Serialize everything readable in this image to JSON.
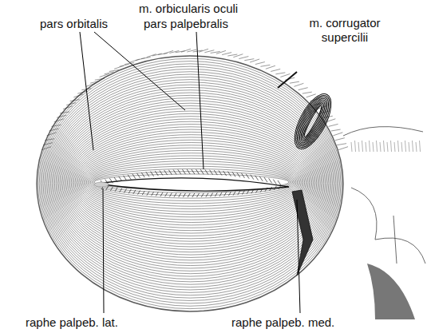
{
  "diagram": {
    "labels": [
      "m. orbicularis oculi",
      "pars orbitalis",
      "pars palpebralis",
      "m. corrugator supercilii",
      "raphe palpeb. lat.",
      "raphe palpeb. med."
    ]
  }
}
